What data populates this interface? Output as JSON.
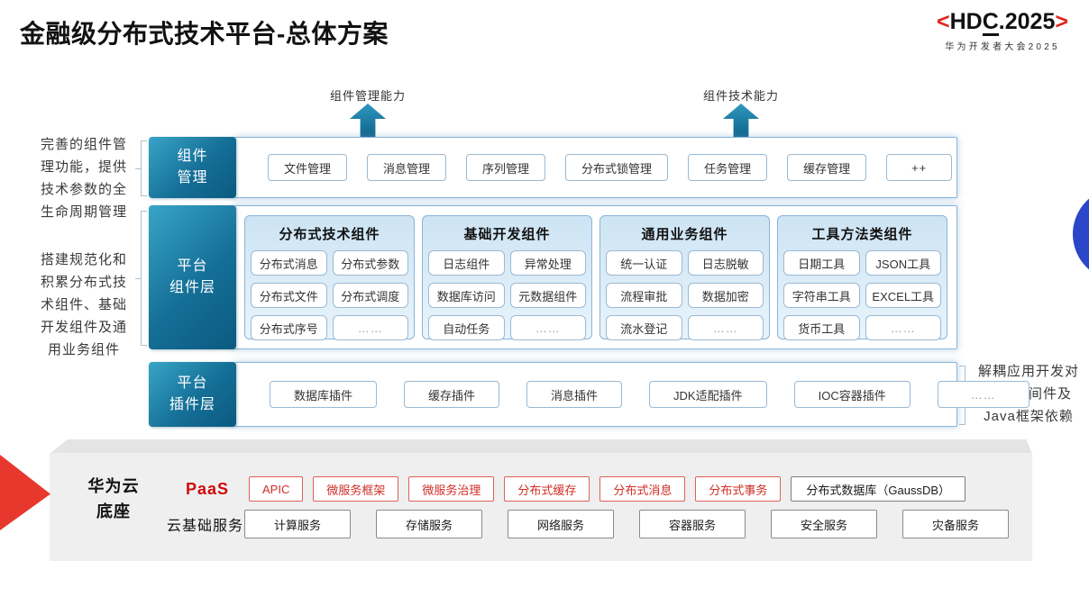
{
  "title": "金融级分布式技术平台-总体方案",
  "logo": {
    "bracket_left": "<",
    "part_hd": "HD",
    "part_c": "C",
    "part_rest": ".2025",
    "bracket_right": ">",
    "subtitle": "华为开发者大会2025"
  },
  "arrows": [
    {
      "label": "组件管理能力"
    },
    {
      "label": "组件技术能力"
    }
  ],
  "side_notes": {
    "left_top": "完善的组件管理功能，提供技术参数的全生命周期管理",
    "left_middle": "搭建规范化和积累分布式技术组件、基础开发组件及通用业务组件",
    "right_bottom": "解耦应用开发对基础中间件及Java框架依赖"
  },
  "layers": {
    "component_mgmt": {
      "label_line1": "组件",
      "label_line2": "管理",
      "items": [
        "文件管理",
        "消息管理",
        "序列管理",
        "分布式锁管理",
        "任务管理",
        "缓存管理",
        "++"
      ]
    },
    "platform_components": {
      "label_line1": "平台",
      "label_line2": "组件层",
      "groups": [
        {
          "title": "分布式技术组件",
          "items": [
            "分布式消息",
            "分布式参数",
            "分布式文件",
            "分布式调度",
            "分布式序号",
            "……"
          ]
        },
        {
          "title": "基础开发组件",
          "items": [
            "日志组件",
            "异常处理",
            "数据库访问",
            "元数据组件",
            "自动任务",
            "……"
          ]
        },
        {
          "title": "通用业务组件",
          "items": [
            "统一认证",
            "日志脱敏",
            "流程审批",
            "数据加密",
            "流水登记",
            "……"
          ]
        },
        {
          "title": "工具方法类组件",
          "items": [
            "日期工具",
            "JSON工具",
            "字符串工具",
            "EXCEL工具",
            "货币工具",
            "……"
          ]
        }
      ]
    },
    "platform_plugins": {
      "label_line1": "平台",
      "label_line2": "插件层",
      "items": [
        "数据库插件",
        "缓存插件",
        "消息插件",
        "JDK适配插件",
        "IOC容器插件",
        "……"
      ]
    }
  },
  "foundation": {
    "label_line1": "华为云",
    "label_line2": "底座",
    "paas": {
      "label": "PaaS",
      "highlighted": [
        "APIC",
        "微服务框架",
        "微服务治理",
        "分布式缓存",
        "分布式消息",
        "分布式事务"
      ],
      "plain": [
        "分布式数据库（GaussDB）"
      ]
    },
    "cloud_services": {
      "label": "云基础服务",
      "items": [
        "计算服务",
        "存储服务",
        "网络服务",
        "容器服务",
        "安全服务",
        "灾备服务"
      ]
    }
  },
  "colors": {
    "layer_teal": "#156f97",
    "huawei_red": "#e1251b",
    "paas_red": "#cf0a0a",
    "royal_blue": "#2b46c9"
  }
}
